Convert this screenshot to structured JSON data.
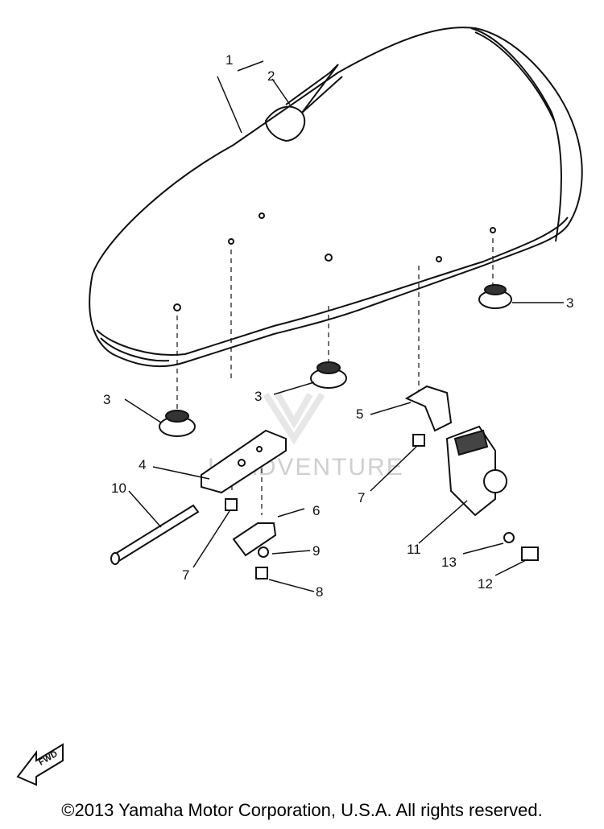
{
  "copyright": "©2013 Yamaha Motor Corporation, U.S.A. All rights reserved.",
  "watermark": "LEADVENTURE",
  "fwd_label": "FWD",
  "callouts": [
    "1",
    "2",
    "3",
    "3",
    "3",
    "4",
    "5",
    "6",
    "7",
    "7",
    "8",
    "9",
    "10",
    "11",
    "12",
    "13"
  ]
}
